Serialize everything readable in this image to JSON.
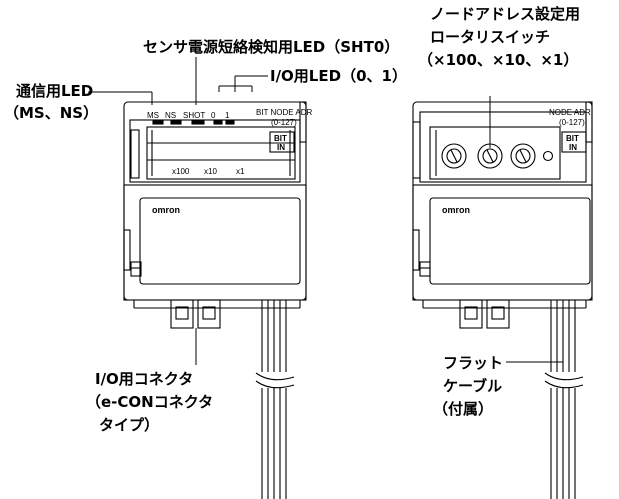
{
  "callouts": {
    "rotary_switch": {
      "line1": "ノードアドレス設定用",
      "line2": "ロータリスイッチ",
      "line3": "（×100、×10、×1）"
    },
    "short_led": "センサ電源短絡検知用LED（SHT0）",
    "io_led": "I/O用LED（0、1）",
    "comm_led": {
      "line1": "通信用LED",
      "line2": "（MS、NS）"
    },
    "io_connector": {
      "line1": "I/O用コネクタ",
      "line2": "（e-CONコネクタ",
      "line3": "タイプ）"
    },
    "flat_cable": {
      "line1": "フラット",
      "line2": "ケーブル",
      "line3": "（付属）"
    }
  },
  "left_unit": {
    "led_labels": [
      "MS",
      "NS",
      "SHOT",
      "0",
      "1"
    ],
    "bit_node_adr": "BIT NODE ADR",
    "range": "(0-127)",
    "bit_in": [
      "BIT",
      "IN"
    ],
    "multipliers": [
      "x100",
      "x10",
      "x1"
    ],
    "logo": "omron"
  },
  "right_unit": {
    "node_adr": "NODE ADR",
    "range": "(0-127)",
    "bit_in": [
      "BIT",
      "IN"
    ],
    "logo": "omron"
  }
}
